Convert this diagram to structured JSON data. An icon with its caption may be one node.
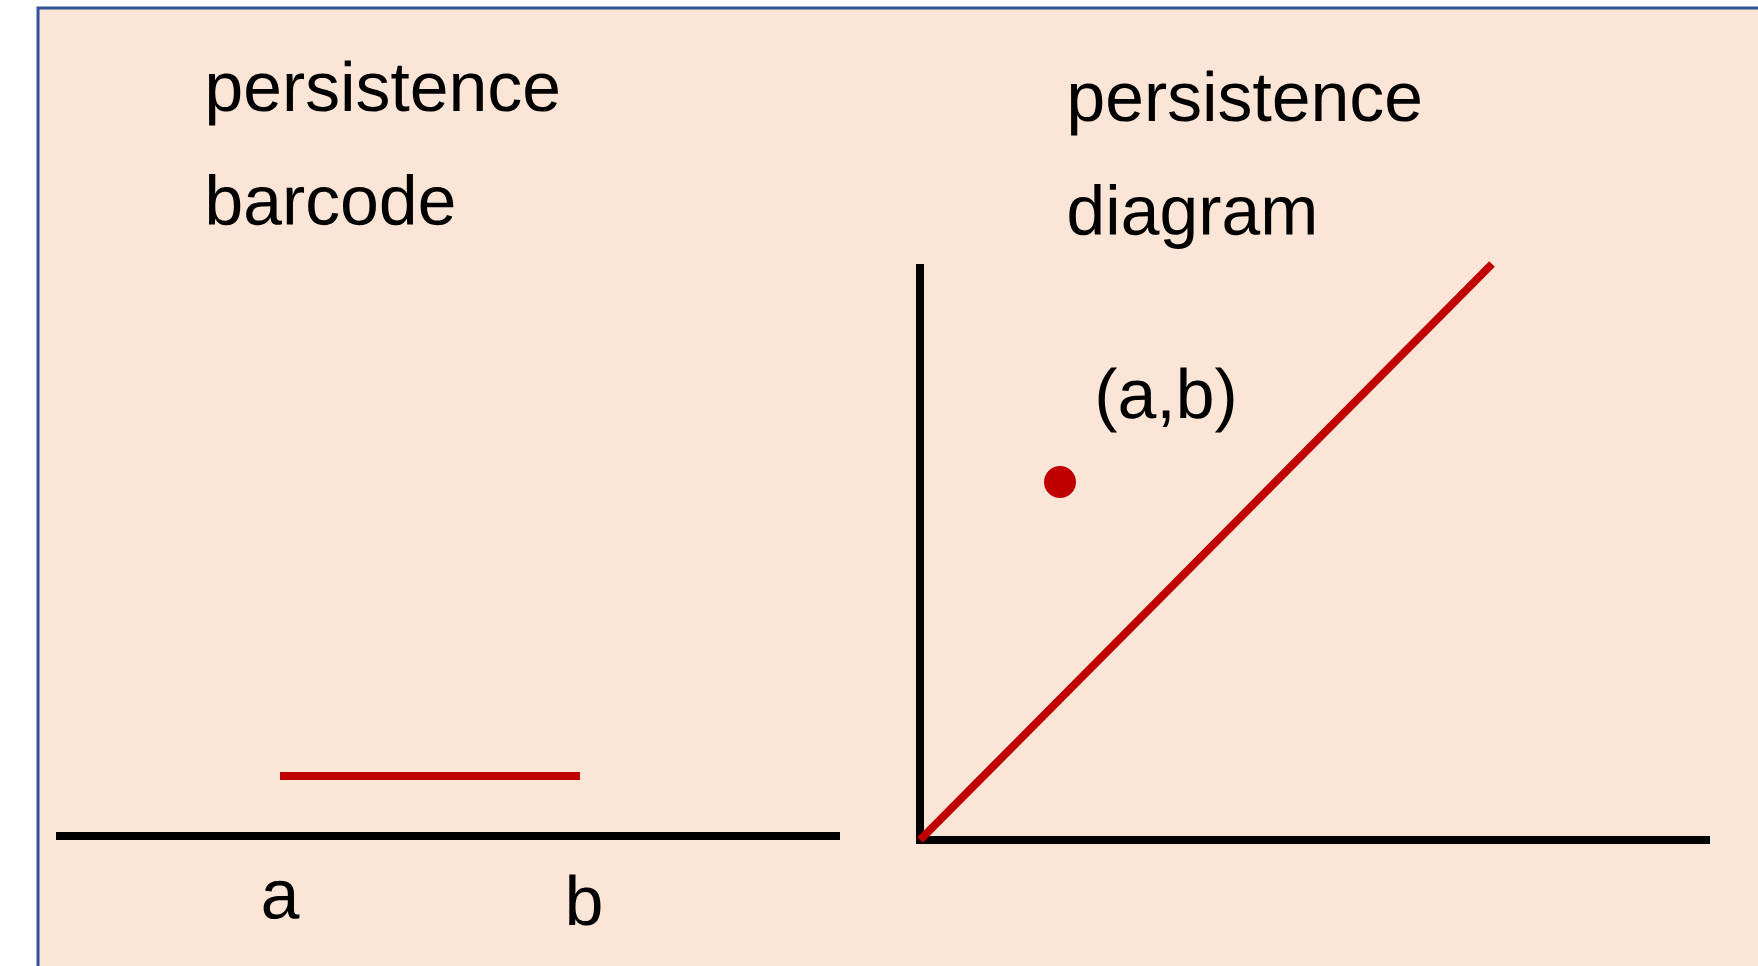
{
  "diagram": {
    "labels": [
      "persistence barcode",
      "persistence diagram",
      "(a,b)",
      "a",
      "b"
    ]
  }
}
